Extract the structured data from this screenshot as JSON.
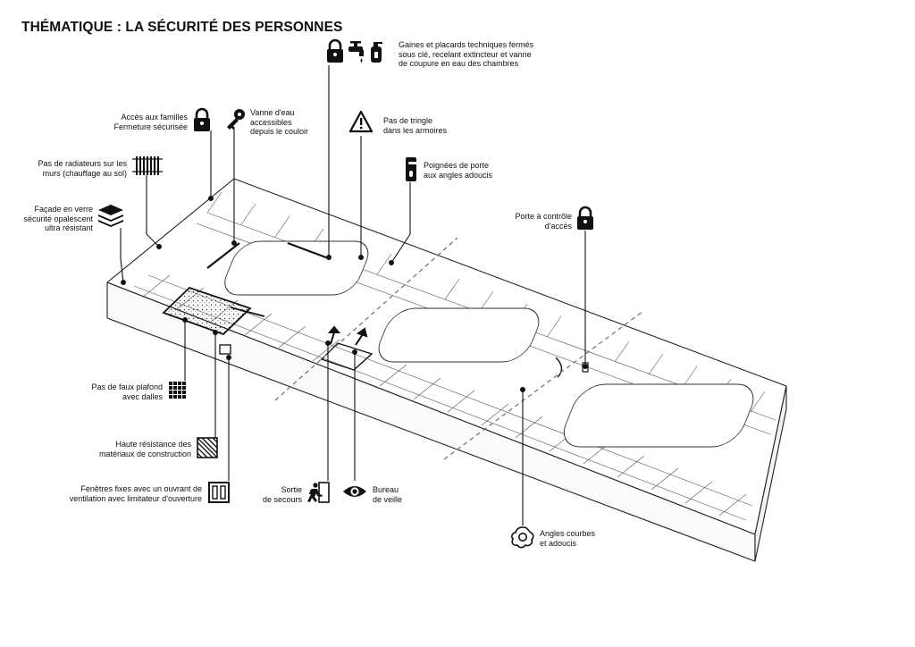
{
  "title": "THÉMATIQUE : LA SÉCURITÉ DES PERSONNES",
  "annotations": {
    "gaines": {
      "text": "Gaines et placards techniques fermés\nsous clé, recelant extincteur et vanne\nde coupure en eau des chambres",
      "icons": [
        "lock-icon",
        "water-tap-icon",
        "fire-extinguisher-icon"
      ]
    },
    "acces_familles": {
      "text": "Accès aux familles\nFermeture sécurisée",
      "icons": [
        "lock-icon"
      ]
    },
    "vanne": {
      "text": "Vanne d'eau\naccessibles\ndepuis le couloir",
      "icons": [
        "key-icon"
      ]
    },
    "tringle": {
      "text": "Pas de tringle\ndans les armoires",
      "icons": [
        "warning-icon"
      ]
    },
    "poignees": {
      "text": "Poignées de porte\naux angles adoucis",
      "icons": [
        "door-handle-icon"
      ]
    },
    "radiateurs": {
      "text": "Pas de radiateurs sur les\nmurs (chauffage au sol)",
      "icons": [
        "radiator-icon"
      ]
    },
    "facade": {
      "text": "Façade en verre\nsécurité opalescent\nultra résistant",
      "icons": [
        "layers-icon"
      ]
    },
    "porte_controle": {
      "text": "Porte à contrôle\nd'accès",
      "icons": [
        "lock-icon"
      ]
    },
    "faux_plafond": {
      "text": "Pas de faux plafond\navec dalles",
      "icons": [
        "ceiling-grid-icon"
      ]
    },
    "haute_resistance": {
      "text": "Haute résistance des\nmatériaux de construction",
      "icons": [
        "hatch-material-icon"
      ]
    },
    "fenetres": {
      "text": "Fenêtres fixes avec un ouvrant de\nventilation avec limitateur d'ouverture",
      "icons": [
        "window-icon"
      ]
    },
    "sortie": {
      "text": "Sortie\nde secours",
      "icons": [
        "emergency-exit-icon"
      ]
    },
    "bureau": {
      "text": "Bureau\nde veille",
      "icons": [
        "eye-icon"
      ]
    },
    "angles": {
      "text": "Angles courbes\net adoucis",
      "icons": [
        "rounded-shape-icon"
      ]
    }
  }
}
